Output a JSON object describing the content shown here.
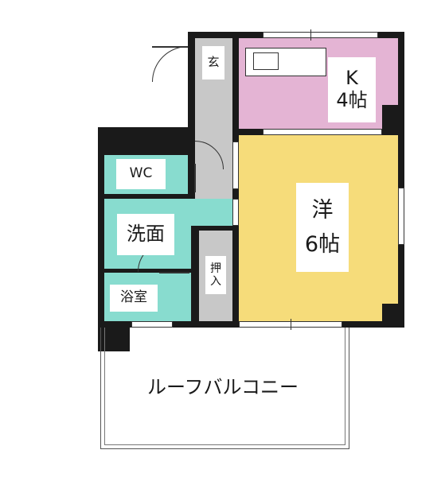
{
  "rooms": {
    "entrance": {
      "name": "玄"
    },
    "kitchen": {
      "name": "K",
      "size": "4帖"
    },
    "western": {
      "name": "洋",
      "size": "6帖"
    },
    "wc": {
      "name": "WC"
    },
    "washroom": {
      "name": "洗面"
    },
    "closet": {
      "line1": "押",
      "line2": "入"
    },
    "bathroom": {
      "name": "浴室"
    },
    "balcony": {
      "name": "ルーフバルコニー"
    }
  },
  "colors": {
    "wall": "#1a1a1a",
    "kitchen": "#e4b4d4",
    "western": "#f6dc7a",
    "wet_area": "#88dccf",
    "corridor": "#c8c8c8",
    "balcony": "#ffffff"
  }
}
